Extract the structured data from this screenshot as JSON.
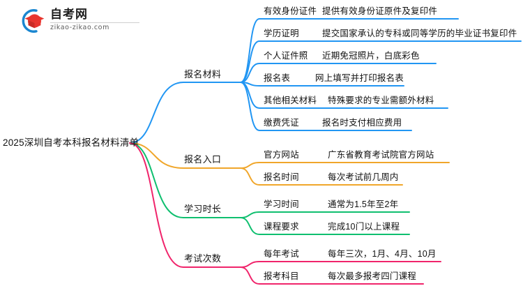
{
  "logo": {
    "name": "自考网",
    "domain": "zikao-zikao.com",
    "mark_icon": "graduation-cap-icon",
    "arc_color": "#1A86D0",
    "cap_color": "#E8352E"
  },
  "mindmap": {
    "root": {
      "label": "2025深圳自考本科报名材料清单"
    },
    "branches": [
      {
        "label": "报名材料",
        "color": "#2196F3",
        "items": [
          {
            "key": "有效身份证件",
            "value": "提供有效身份证原件及复印件"
          },
          {
            "key": "学历证明",
            "value": "提交国家承认的专科或同等学历的毕业证书复印件"
          },
          {
            "key": "个人证件照",
            "value": "近期免冠照片，白底彩色"
          },
          {
            "key": "报名表",
            "value": "网上填写并打印报名表"
          },
          {
            "key": "其他相关材料",
            "value": "特殊要求的专业需额外材料"
          },
          {
            "key": "缴费凭证",
            "value": "报名时支付相应费用"
          }
        ]
      },
      {
        "label": "报名入口",
        "color": "#F0A62A",
        "items": [
          {
            "key": "官方网站",
            "value": "广东省教育考试院官方网站"
          },
          {
            "key": "报名时间",
            "value": "每次考试前几周内"
          }
        ]
      },
      {
        "label": "学习时长",
        "color": "#0FBF6F",
        "items": [
          {
            "key": "学习时间",
            "value": "通常为1.5年至2年"
          },
          {
            "key": "课程要求",
            "value": "完成10门以上课程"
          }
        ]
      },
      {
        "label": "考试次数",
        "color": "#F0246B",
        "items": [
          {
            "key": "每年考试",
            "value": "每年三次，1月、4月、10月"
          },
          {
            "key": "报考科目",
            "value": "每次最多报考四门课程"
          }
        ]
      }
    ]
  }
}
